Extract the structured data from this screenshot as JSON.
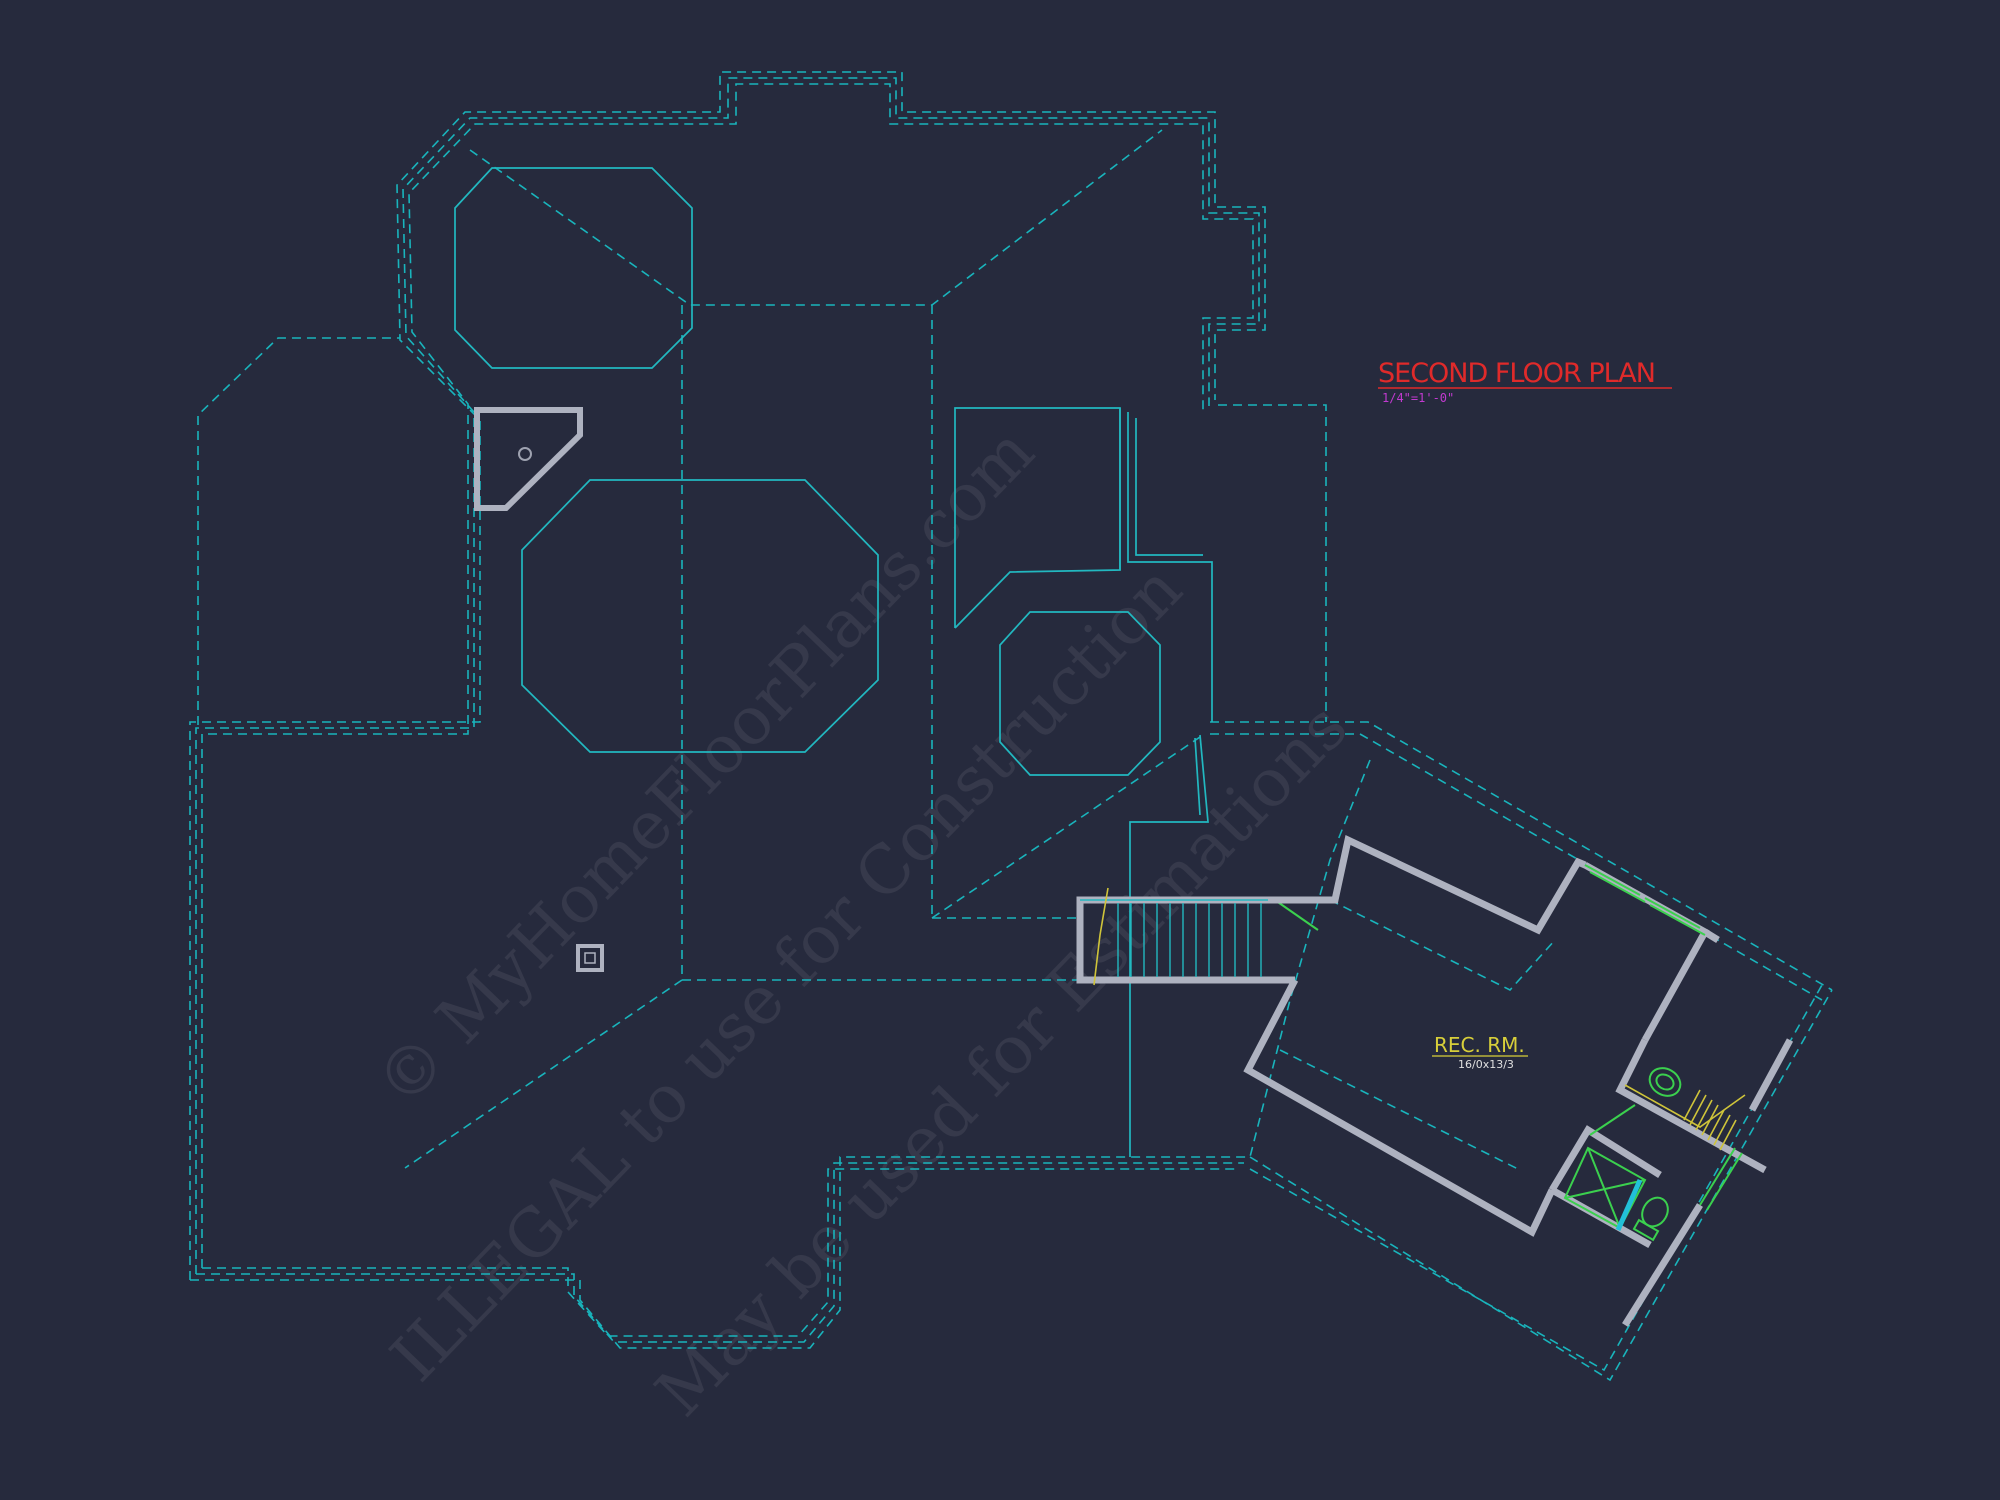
{
  "drawing": {
    "title": "SECOND FLOOR PLAN",
    "scale": "1/4\"=1'-0\"",
    "room": {
      "name": "REC. RM.",
      "dimensions": "16/0x13/3"
    }
  },
  "watermark": {
    "line1": "© MyHomeFloorPlans.com",
    "line2": "ILLEGAL to use for Construction",
    "line3": "May be used for Estimations"
  },
  "colors": {
    "background": "#262a3d",
    "roof_lines": "#19b4bc",
    "walls": "#aeb2c0",
    "title": "#e02a2a",
    "scale": "#c23ad0",
    "room_label": "#d8cf3a",
    "fixtures": "#3bd04e"
  }
}
